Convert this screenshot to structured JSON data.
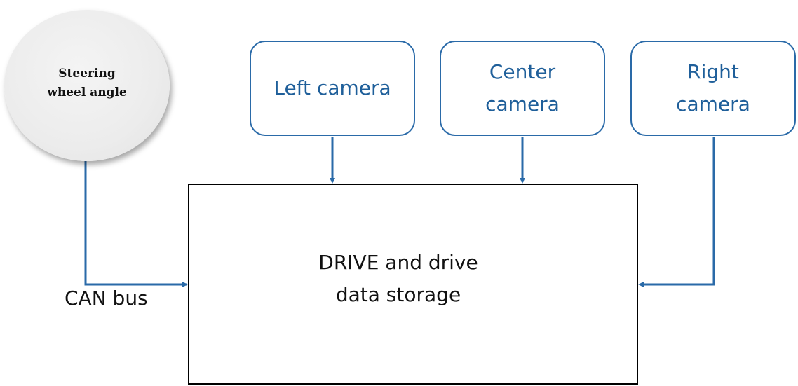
{
  "nodes": {
    "steering": {
      "label": "Steering\nwheel angle"
    },
    "left_camera": {
      "label": "Left camera"
    },
    "center_camera": {
      "label": "Center\ncamera"
    },
    "right_camera": {
      "label": "Right\ncamera"
    },
    "drive_storage": {
      "label": "DRIVE and drive\ndata storage"
    }
  },
  "edge_labels": {
    "can_bus": "CAN bus"
  },
  "edges": [
    {
      "from": "steering",
      "to": "drive_storage",
      "label": "CAN bus"
    },
    {
      "from": "left_camera",
      "to": "drive_storage"
    },
    {
      "from": "center_camera",
      "to": "drive_storage"
    },
    {
      "from": "right_camera",
      "to": "drive_storage"
    }
  ],
  "colors": {
    "connector": "#2a6aa8",
    "camera_text": "#1f5f9a",
    "camera_border": "#2a6aa8",
    "box_border": "#000000"
  }
}
